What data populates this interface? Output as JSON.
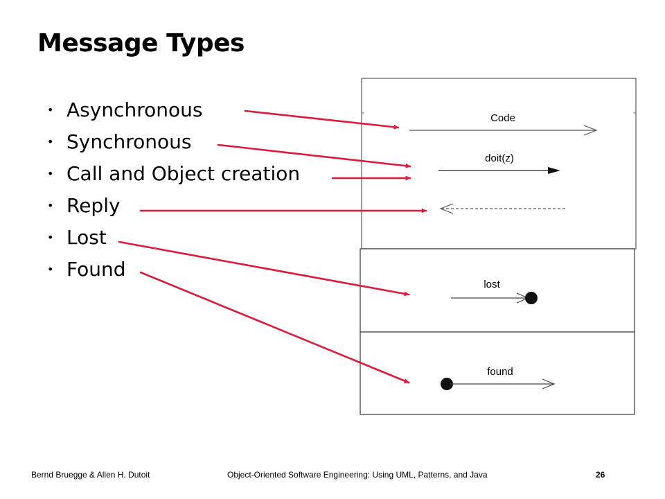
{
  "slide": {
    "title": "Message Types",
    "bullets": [
      {
        "label": "Asynchronous"
      },
      {
        "label": "Synchronous"
      },
      {
        "label": "Call and Object creation"
      },
      {
        "label": "Reply"
      },
      {
        "label": "Lost"
      },
      {
        "label": "Found"
      }
    ]
  },
  "diagram": {
    "labels": {
      "code": "Code",
      "doit": "doit(z)",
      "lost": "lost",
      "found": "found"
    },
    "pointer_color": "#e0193a"
  },
  "footer": {
    "authors": "Bernd Bruegge & Allen H. Dutoit",
    "book": "Object-Oriented Software Engineering: Using UML, Patterns, and Java",
    "page_number": "26"
  }
}
